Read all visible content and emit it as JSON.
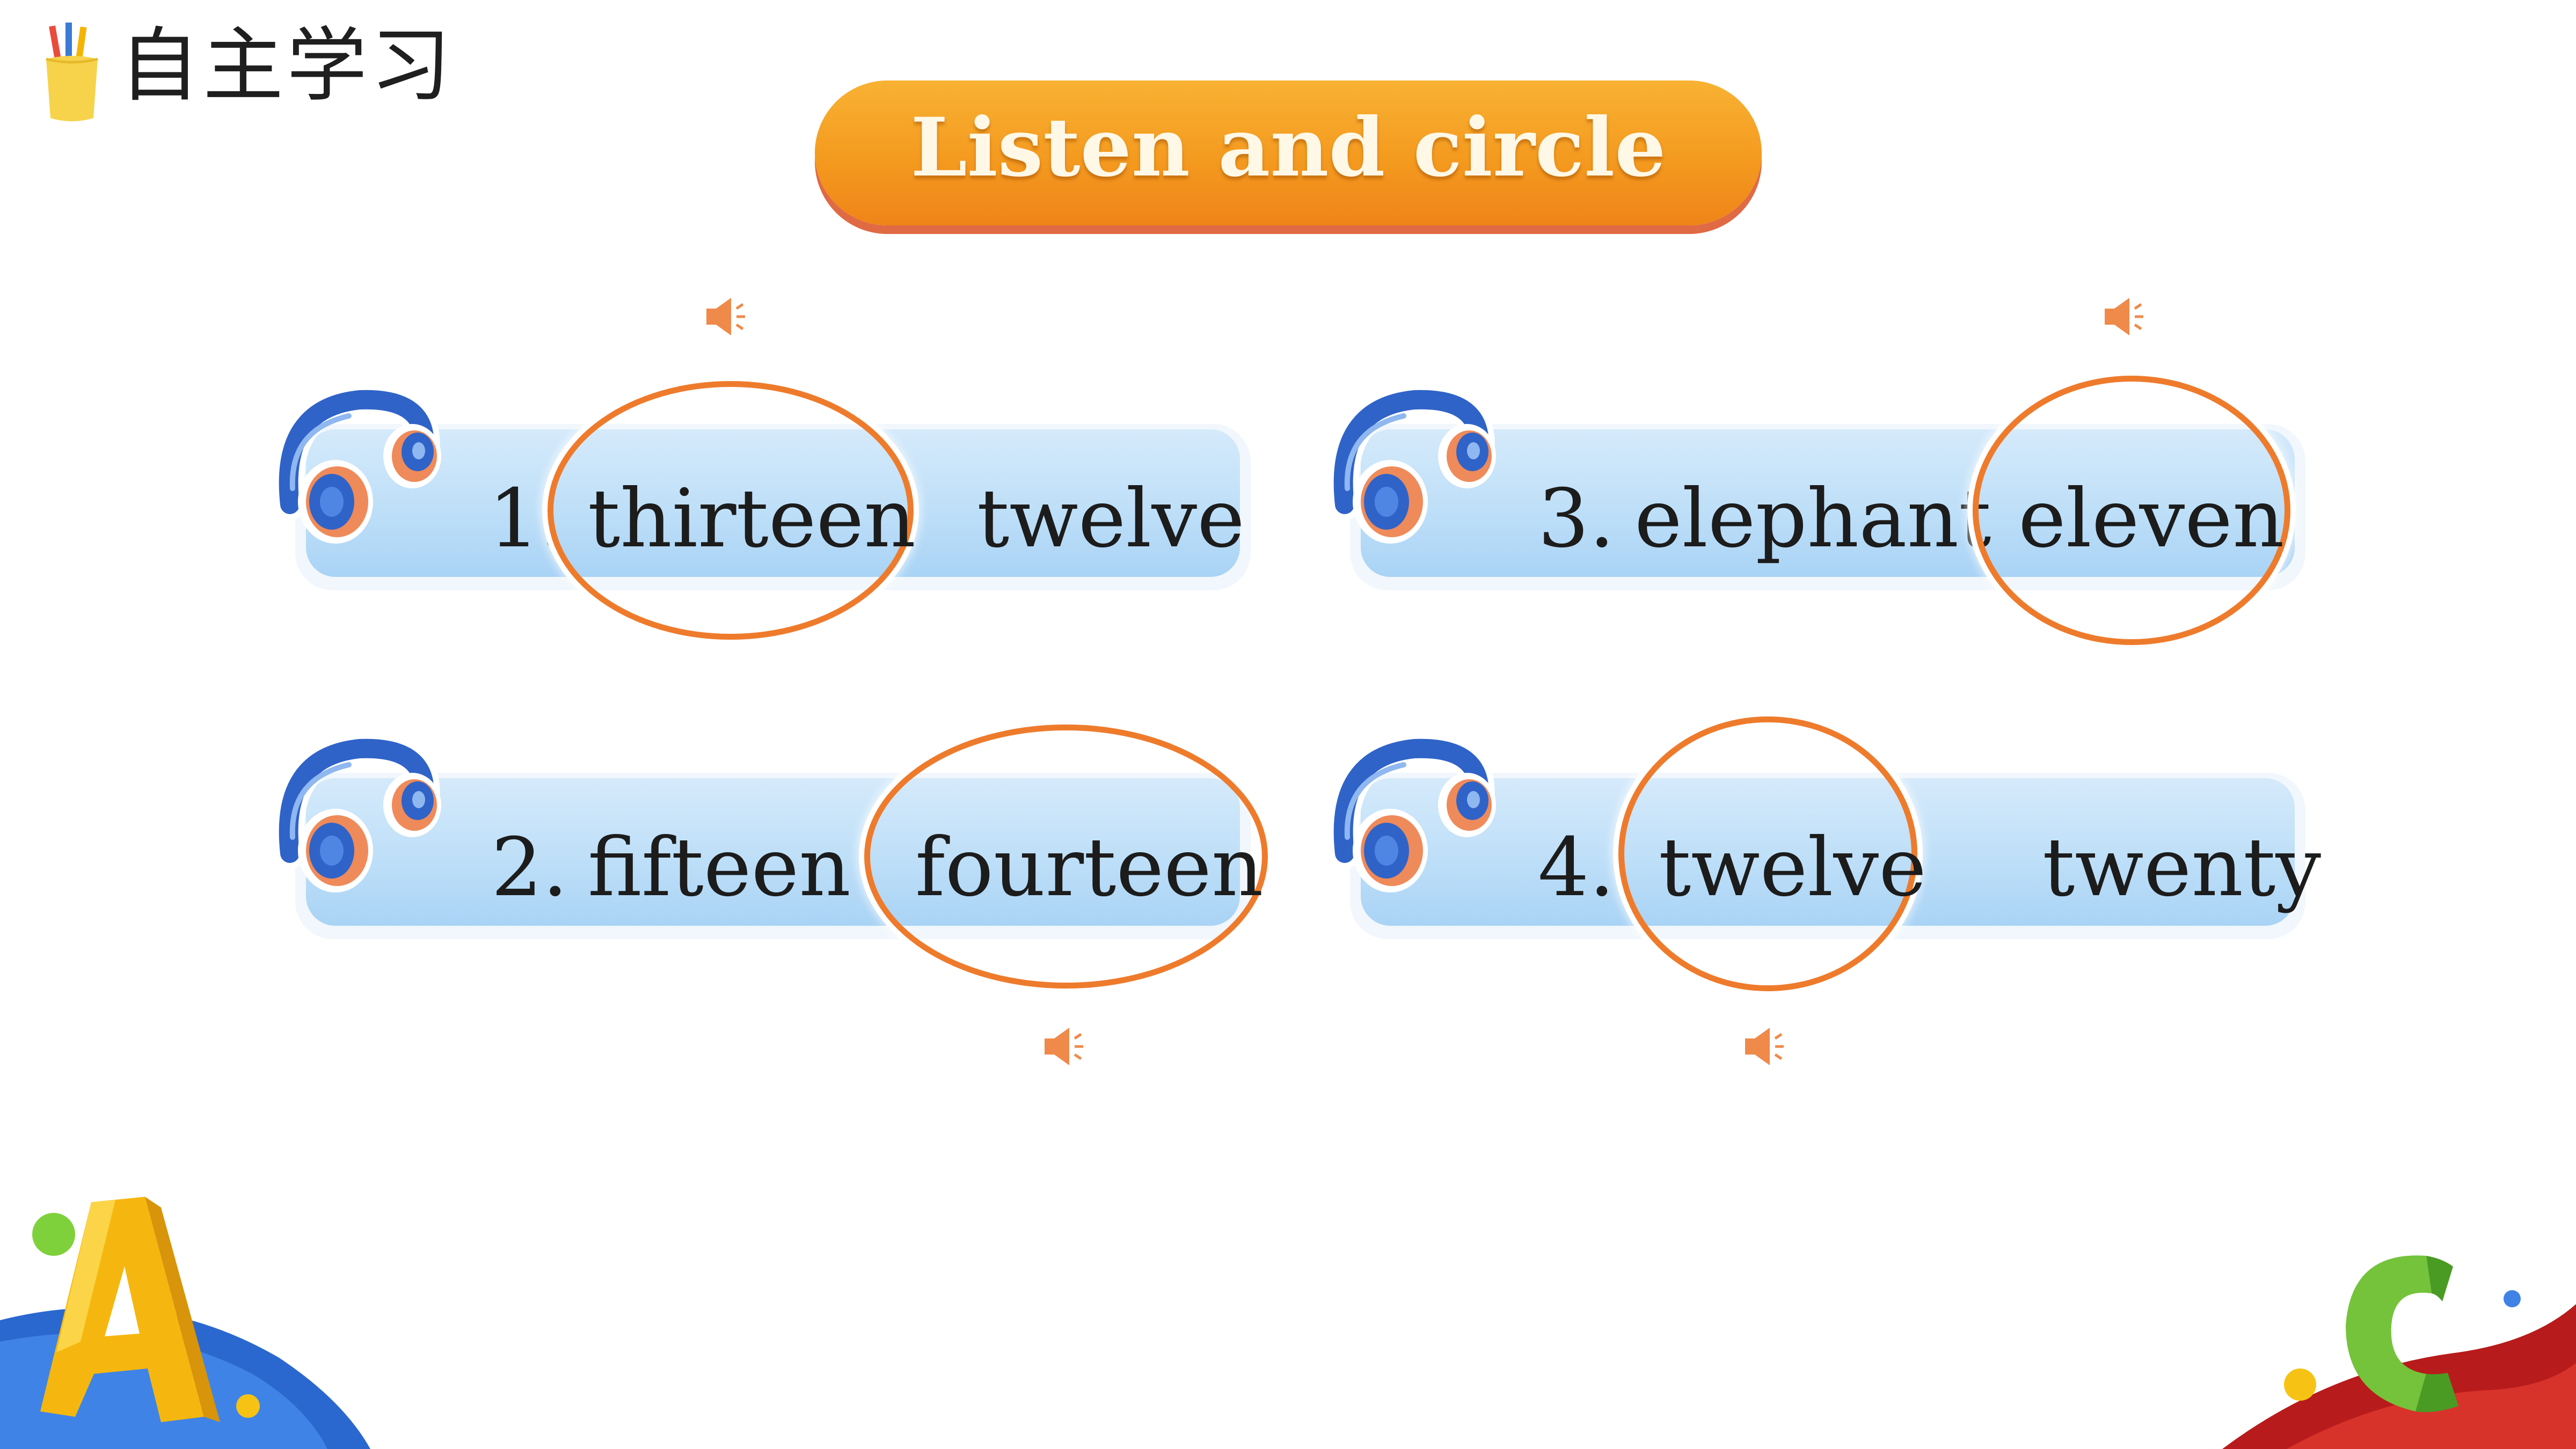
{
  "header": {
    "section_title": "自主学习",
    "banner_title": "Listen and circle"
  },
  "items": [
    {
      "number": "1.",
      "option_a": "thirteen",
      "option_b": "twelve",
      "circled": "thirteen"
    },
    {
      "number": "2.",
      "option_a": "fifteen",
      "option_b": "fourteen",
      "circled": "fourteen"
    },
    {
      "number": "3.",
      "option_a": "elephant",
      "option_b": "eleven",
      "circled": "eleven"
    },
    {
      "number": "4.",
      "option_a": "twelve",
      "option_b": "twenty",
      "circled": "twelve"
    }
  ],
  "icons": {
    "headphones": "headphones-icon",
    "speaker": "speaker-icon",
    "pencil_cup": "pencil-cup-icon"
  },
  "colors": {
    "banner": "#f49a1f",
    "circle": "#ee7b2c",
    "bar": "#bedff8",
    "headphone_blue": "#2f63c8"
  }
}
